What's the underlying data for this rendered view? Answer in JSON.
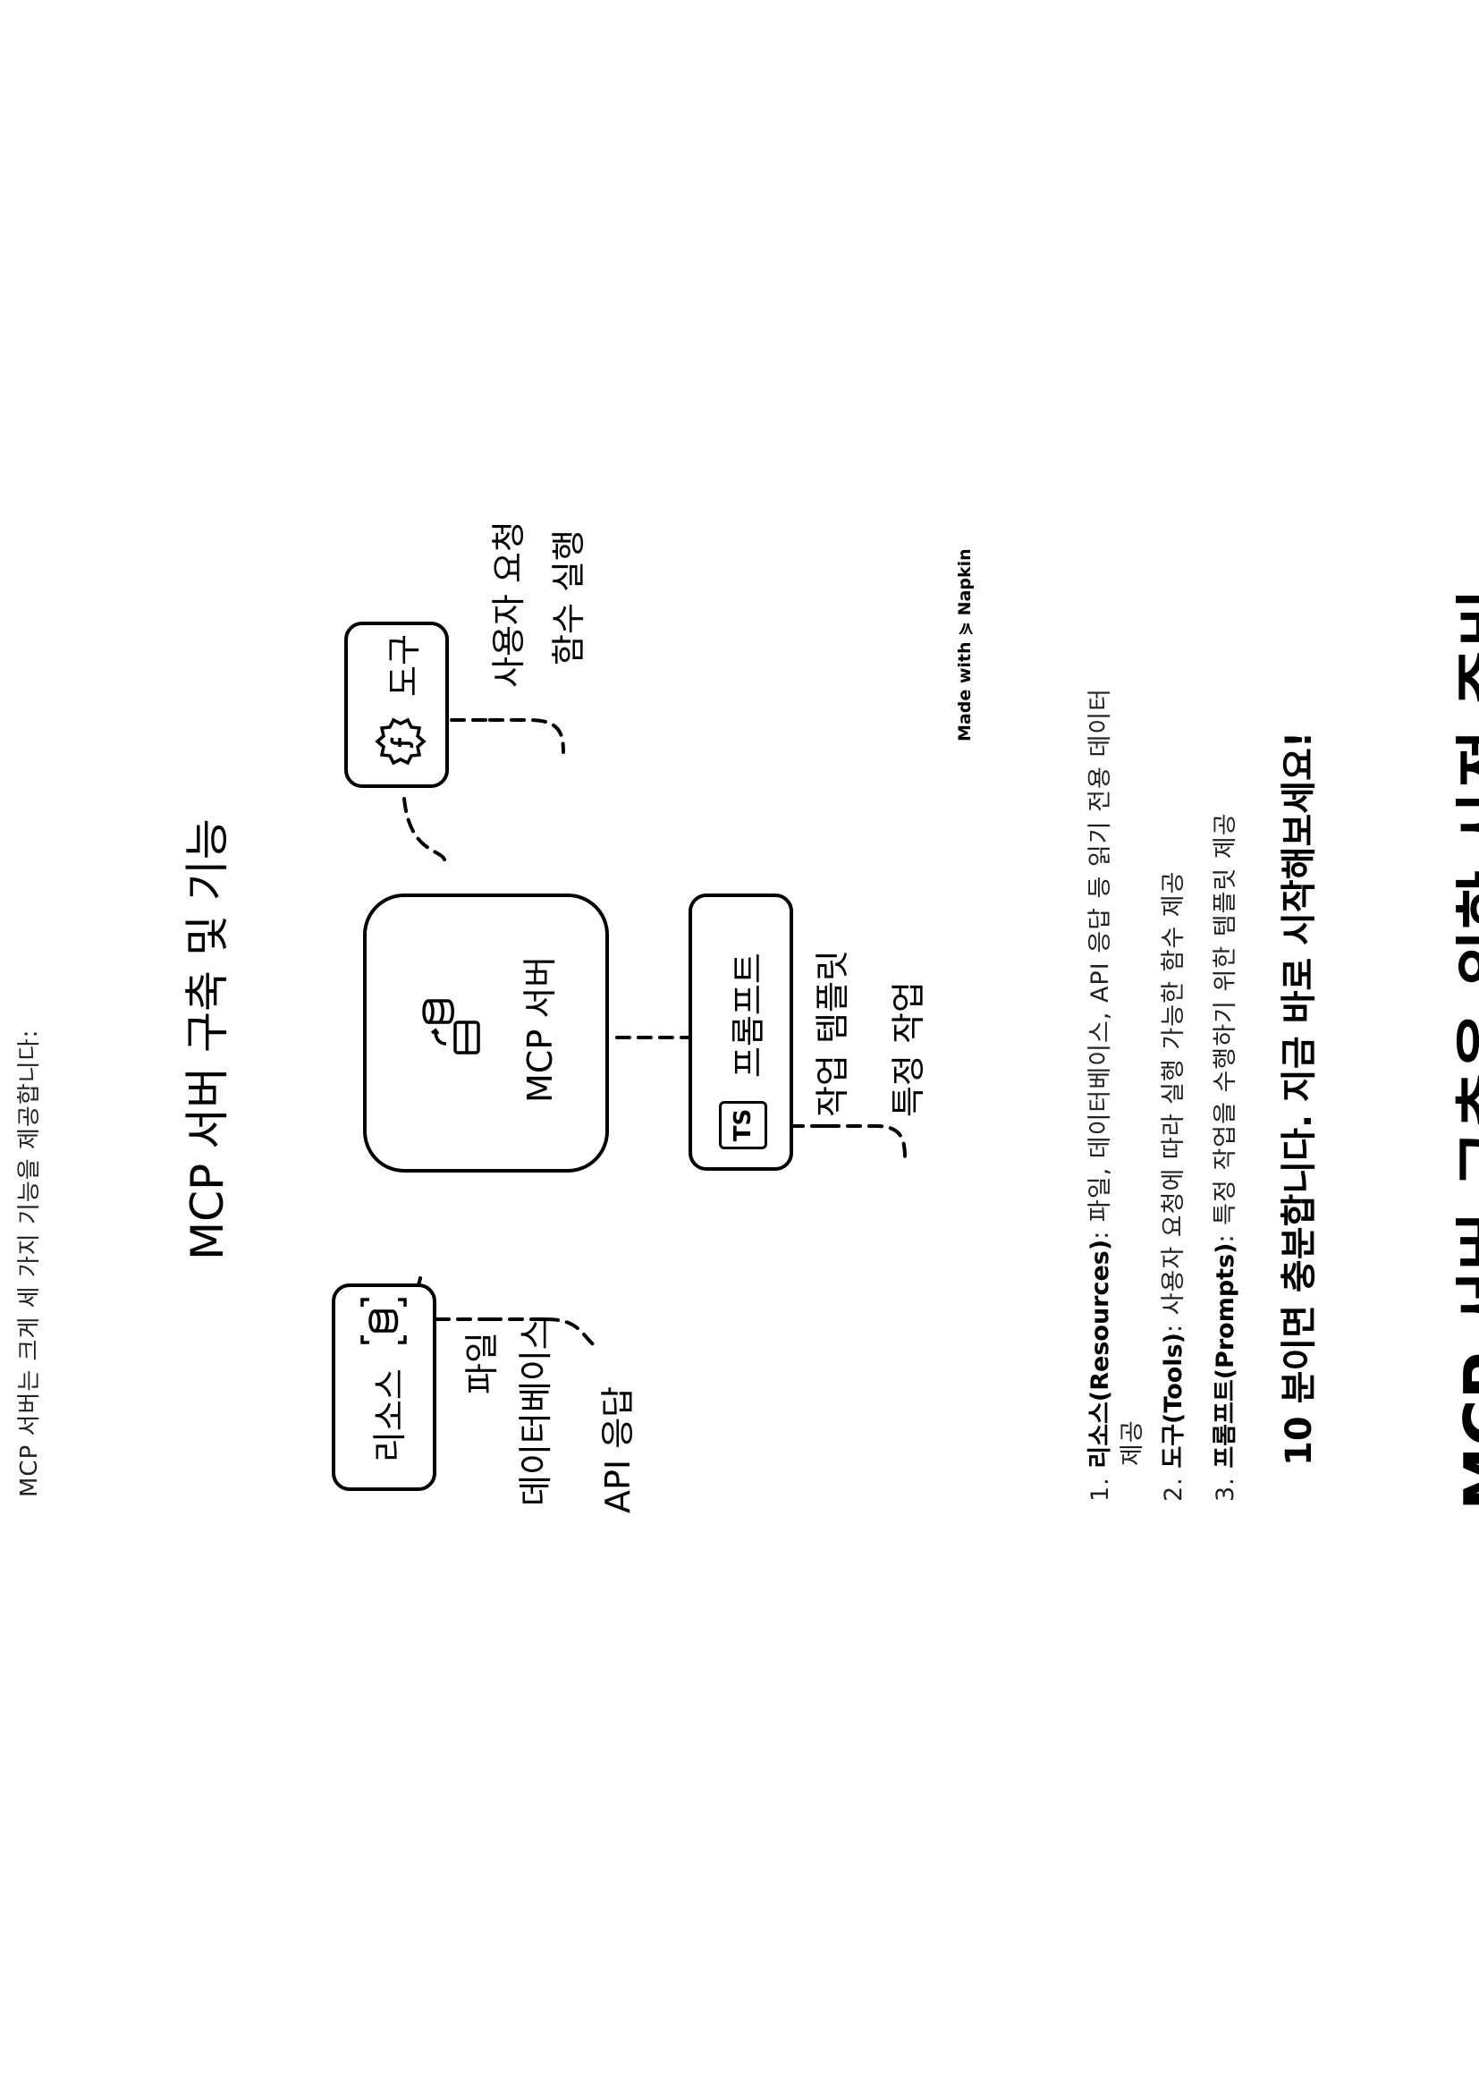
{
  "page": {
    "top_note": "MCP 서버는 크게 세 가지 기능을 제공합니다:",
    "bottom_heading": "MCP 서버 구축을 위한 사전 준비"
  },
  "diagram": {
    "title": "MCP 서버 구축 및 기능",
    "center": {
      "label": "MCP 서버",
      "icon": "server-database-icon"
    },
    "resources": {
      "label": "리소스",
      "icon": "database-scan-icon",
      "leaves": [
        "파일",
        "데이터베이스",
        "API 응답"
      ]
    },
    "tools": {
      "label": "도구",
      "icon": "function-gear-icon",
      "leaves": [
        "사용자 요청",
        "함수 실행"
      ]
    },
    "prompts": {
      "label": "프롬프트",
      "icon": "typescript-file-icon",
      "icon_text": "TS",
      "leaves": [
        "작업 템플릿",
        "특정 작업"
      ]
    },
    "watermark": "Made with ⋟ Napkin"
  },
  "list": {
    "items": [
      {
        "number": "1.",
        "term": "리소스(Resources)",
        "description": ": 파일, 데이터베이스, API 응답 등 읽기 전용 데이터",
        "continuation": "제공"
      },
      {
        "number": "2.",
        "term": "도구(Tools)",
        "description": ": 사용자 요청에 따라 실행 가능한 함수 제공",
        "continuation": ""
      },
      {
        "number": "3.",
        "term": "프롬프트(Prompts)",
        "description": ": 특정 작업을 수행하기 위한 템플릿 제공",
        "continuation": ""
      }
    ]
  },
  "cta": {
    "number": "10",
    "text": " 분이면 충분합니다. 지금 바로 시작해보세요!"
  }
}
